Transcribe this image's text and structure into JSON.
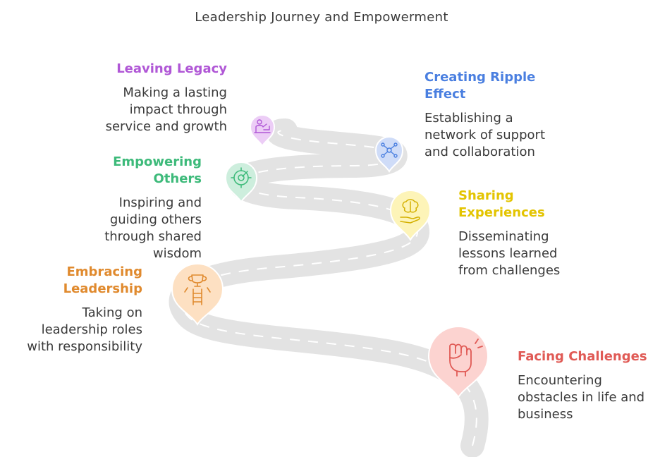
{
  "title": "Leadership Journey and Empowerment",
  "stages": [
    {
      "id": "facing-challenges",
      "heading": "Facing Challenges",
      "description": "Encountering obstacles in life and business",
      "color": "#e05a55",
      "fill": "#fcd3d0",
      "icon": "raised-fist-icon"
    },
    {
      "id": "embracing-leadership",
      "heading": "Embracing Leadership",
      "description": "Taking on leadership roles with responsibility",
      "color": "#e08a2e",
      "fill": "#fde0c2",
      "icon": "trophy-ladder-icon"
    },
    {
      "id": "sharing-experiences",
      "heading": "Sharing Experiences",
      "description": "Disseminating lessons learned from challenges",
      "color": "#e3c400",
      "fill": "#fdf4b8",
      "icon": "brain-hand-icon"
    },
    {
      "id": "empowering-others",
      "heading": "Empowering Others",
      "description": "Inspiring and guiding others through shared wisdom",
      "color": "#3dba7a",
      "fill": "#cdeedd",
      "icon": "compass-target-icon"
    },
    {
      "id": "creating-ripple-effect",
      "heading": "Creating Ripple Effect",
      "description": "Establishing a network of support and collaboration",
      "color": "#4a7fe0",
      "fill": "#cfdcf8",
      "icon": "network-icon"
    },
    {
      "id": "leaving-legacy",
      "heading": "Leaving Legacy",
      "description": "Making a lasting impact through service and growth",
      "color": "#b057d6",
      "fill": "#eccdf6",
      "icon": "mentor-icon"
    }
  ]
}
